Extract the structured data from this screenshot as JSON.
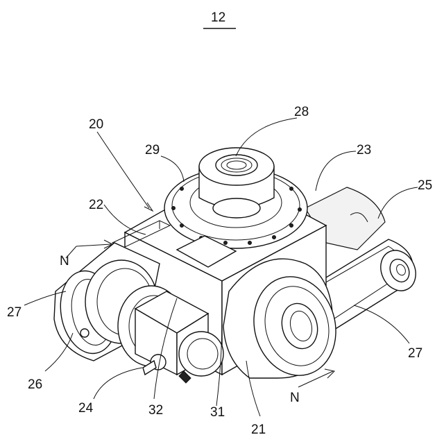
{
  "figure": {
    "number": "12"
  },
  "labels": {
    "l28": "28",
    "l20": "20",
    "l29": "29",
    "l23": "23",
    "l25": "25",
    "l22": "22",
    "nLeft": "N",
    "l27Left": "27",
    "l26": "26",
    "l24": "24",
    "l32": "32",
    "l31": "31",
    "l21": "21",
    "nRight": "N",
    "l27Right": "27"
  }
}
